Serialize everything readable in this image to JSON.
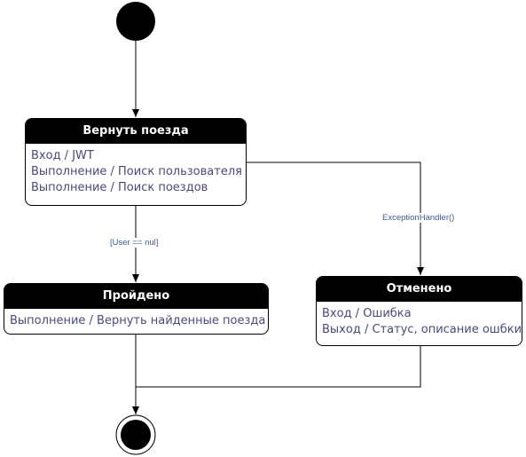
{
  "states": [
    {
      "title": "Вернуть поезда",
      "actions": [
        "Вход / JWT",
        "Выполнение / Поиск пользователя",
        "Выполнение / Поиск поездов"
      ]
    },
    {
      "title": "Пройдено",
      "actions": [
        "Выполнение / Вернуть найденные поезда"
      ]
    },
    {
      "title": "Отменено",
      "actions": [
        "Вход / Ошибка",
        "Выход / Статус, описание ошбки"
      ]
    }
  ],
  "transitions": {
    "to_passed_guard": "[User == nul]",
    "to_cancelled_label": "ExceptionHandler()"
  },
  "colors": {
    "header_bg": "#000000",
    "action_text": "#4a4a7a",
    "label_text": "#3d5a8a"
  }
}
